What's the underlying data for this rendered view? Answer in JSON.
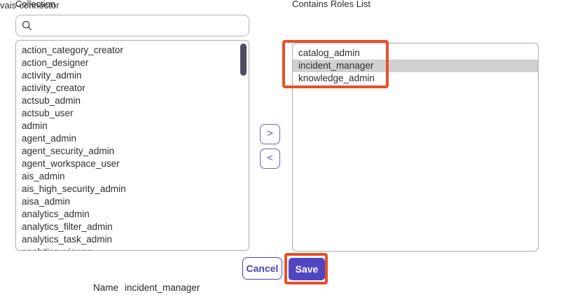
{
  "collection": {
    "label": "Collection",
    "search": {
      "value": "",
      "placeholder": ""
    },
    "items": [
      "action_category_creator",
      "action_designer",
      "activity_admin",
      "activity_creator",
      "actsub_admin",
      "actsub_user",
      "admin",
      "agent_admin",
      "agent_security_admin",
      "agent_workspace_user",
      "ais_admin",
      "ais_high_security_admin",
      "aisa_admin",
      "analytics_admin",
      "analytics_filter_admin",
      "analytics_task_admin",
      "analytics_viewer"
    ]
  },
  "roles_list": {
    "label": "Contains Roles List",
    "group_name": "vais-connector",
    "items": [
      {
        "label": "catalog_admin",
        "selected": false
      },
      {
        "label": "incident_manager",
        "selected": true
      },
      {
        "label": "knowledge_admin",
        "selected": false
      }
    ]
  },
  "transfer": {
    "move_right_icon": ">",
    "move_left_icon": "<"
  },
  "footer": {
    "cancel_label": "Cancel",
    "save_label": "Save"
  },
  "name_row": {
    "label": "Name",
    "value": "incident_manager"
  },
  "colors": {
    "accent": "#4f46c2",
    "annotation_highlight": "#e8502a",
    "selected_row": "#d0d0d0",
    "scrollbar_thumb": "#4e4d61"
  }
}
